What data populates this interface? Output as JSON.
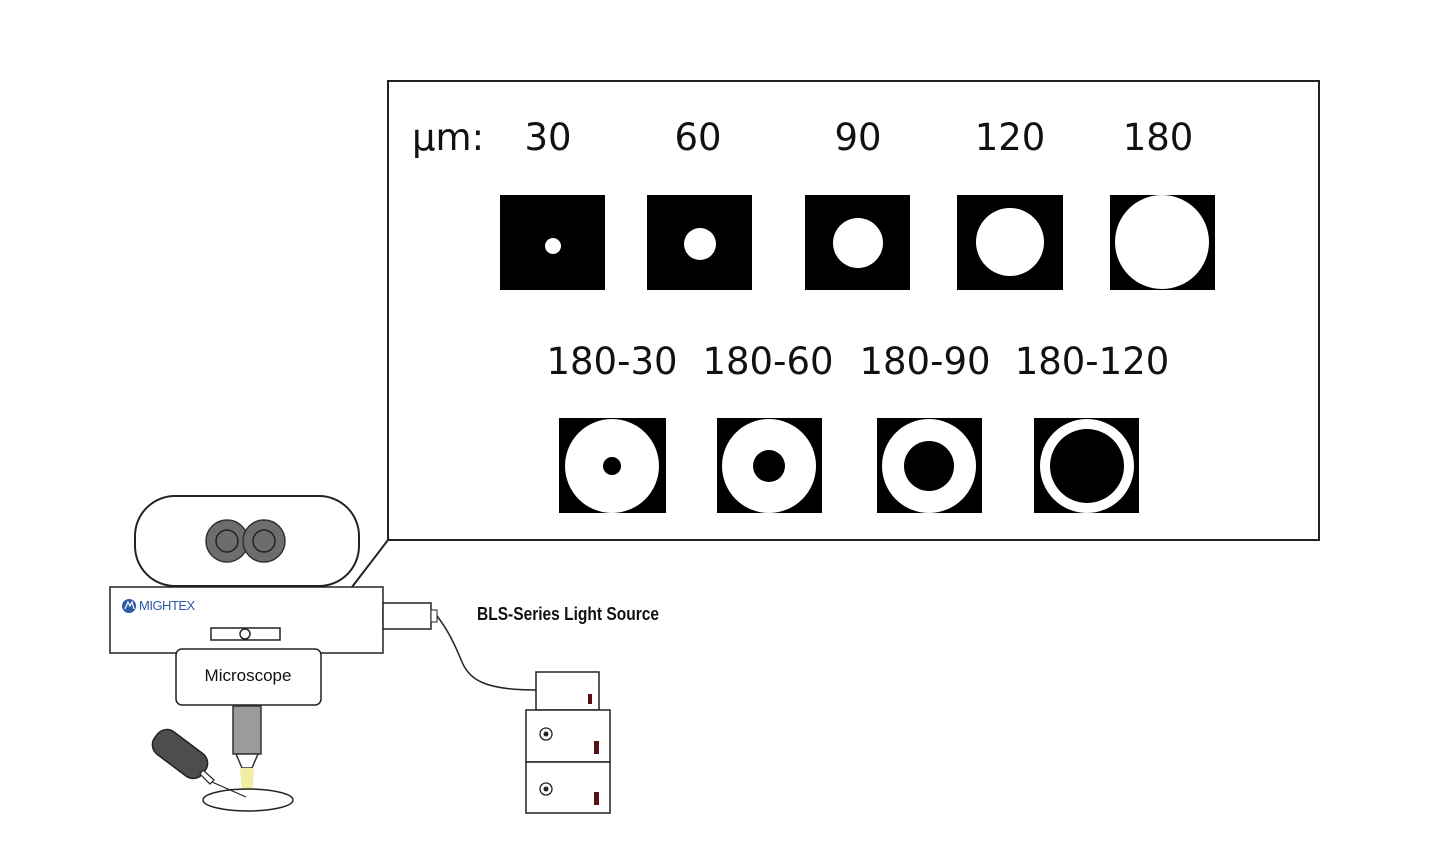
{
  "unit_label": "µm:",
  "spots": [
    {
      "label": "30"
    },
    {
      "label": "60"
    },
    {
      "label": "90"
    },
    {
      "label": "120"
    },
    {
      "label": "180"
    }
  ],
  "rings": [
    {
      "label": "180-30"
    },
    {
      "label": "180-60"
    },
    {
      "label": "180-90"
    },
    {
      "label": "180-120"
    }
  ],
  "brand": {
    "logo_text": "MIGHTEX",
    "color": "#2d5aa8"
  },
  "microscope_label": "Microscope",
  "light_source_label": "BLS-Series Light Source",
  "colors": {
    "pattern_bg": "#000000",
    "pattern_light": "#ffffff",
    "eyepiece": "#6d6d6d",
    "light_beam": "#f1eea4"
  }
}
